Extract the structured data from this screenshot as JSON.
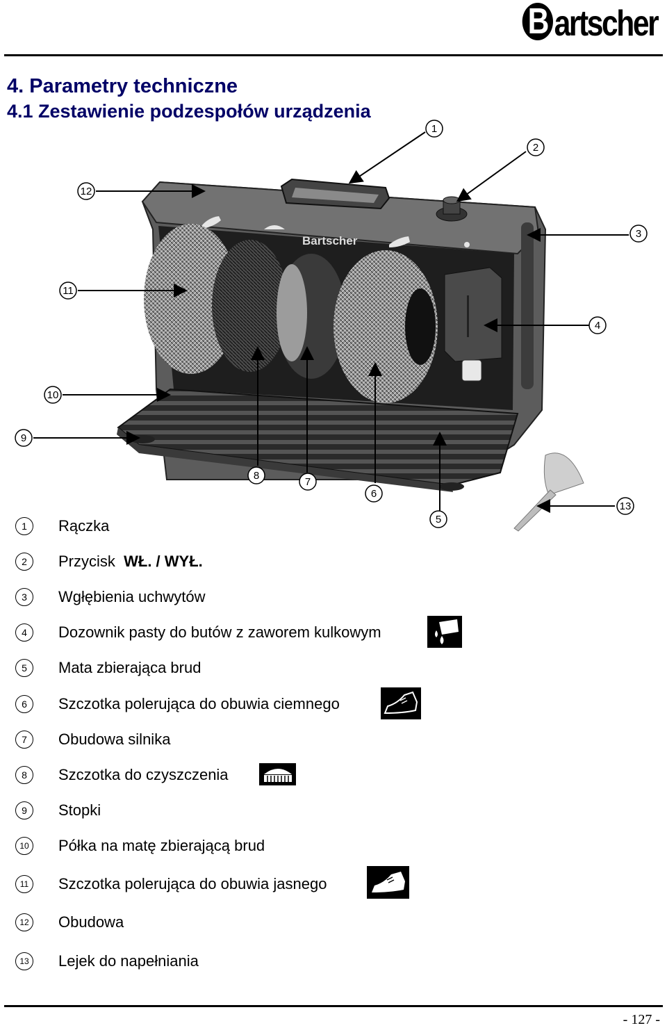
{
  "brand": {
    "name": "Bartscher",
    "initial": "B",
    "rest": "artscher"
  },
  "headings": {
    "section": "4. Parametry techniczne",
    "subsection": "4.1 Zestawienie podzespołów urządzenia"
  },
  "diagram": {
    "device_brand": "Bartscher",
    "callouts": [
      "1",
      "2",
      "3",
      "4",
      "5",
      "6",
      "7",
      "8",
      "9",
      "10",
      "11",
      "12",
      "13"
    ]
  },
  "parts": [
    {
      "number": "1",
      "label": "Rączka"
    },
    {
      "number": "2",
      "label": "Przycisk",
      "label_bold": "WŁ. / WYŁ."
    },
    {
      "number": "3",
      "label": "Wgłębienia uchwytów"
    },
    {
      "number": "4",
      "label": "Dozownik pasty do butów z zaworem kulkowym",
      "icon": "paste-drop-icon"
    },
    {
      "number": "5",
      "label": "Mata zbierająca brud"
    },
    {
      "number": "6",
      "label": "Szczotka polerująca do obuwia ciemnego",
      "icon": "dark-shoe-icon"
    },
    {
      "number": "7",
      "label": "Obudowa silnika"
    },
    {
      "number": "8",
      "label": "Szczotka do czyszczenia",
      "icon": "cleaning-brush-icon"
    },
    {
      "number": "9",
      "label": "Stopki"
    },
    {
      "number": "10",
      "label": "Półka na matę zbierającą brud"
    },
    {
      "number": "11",
      "label": "Szczotka polerująca do obuwia jasnego",
      "icon": "light-shoe-icon"
    },
    {
      "number": "12",
      "label": "Obudowa"
    },
    {
      "number": "13",
      "label": "Lejek do napełniania"
    }
  ],
  "footer": {
    "page_number": "- 127 -"
  }
}
